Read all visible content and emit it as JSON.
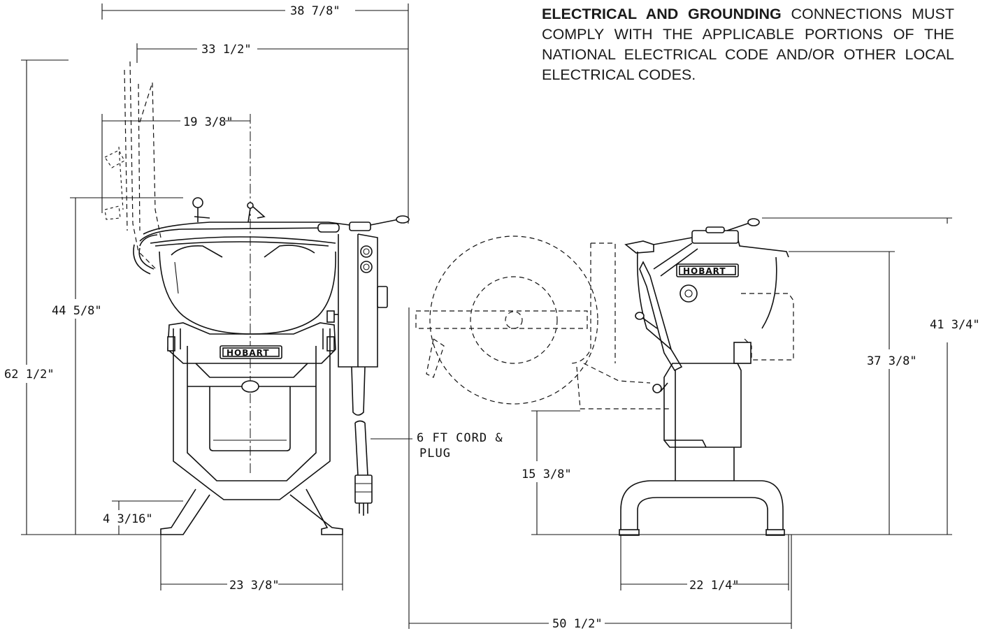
{
  "notice": {
    "bold": "ELECTRICAL AND GROUNDING",
    "rest": " CONNECTIONS MUST COMPLY WITH THE APPLICABLE PORTIONS OF THE NATIONAL ELECTRICAL CODE AND/OR OTHER LOCAL ELECTRICAL CODES."
  },
  "front_view": {
    "brand": "HOBART",
    "dimensions": {
      "overall_width": "38 7/8\"",
      "width_33": "33 1/2\"",
      "center_19": "19 3/8\"",
      "height_44": "44 5/8\"",
      "height_62": "62 1/2\"",
      "leg_height": "4 3/16\"",
      "base_width": "23 3/8\""
    },
    "cord_label_line1": "6 FT  CORD &",
    "cord_label_line2": "PLUG"
  },
  "side_view": {
    "brand": "HOBART",
    "dimensions": {
      "height_41": "41 3/4\"",
      "height_37": "37 3/8\"",
      "height_15": "15 3/8\"",
      "base_width": "22 1/4\"",
      "overall_depth": "50 1/2\""
    }
  }
}
